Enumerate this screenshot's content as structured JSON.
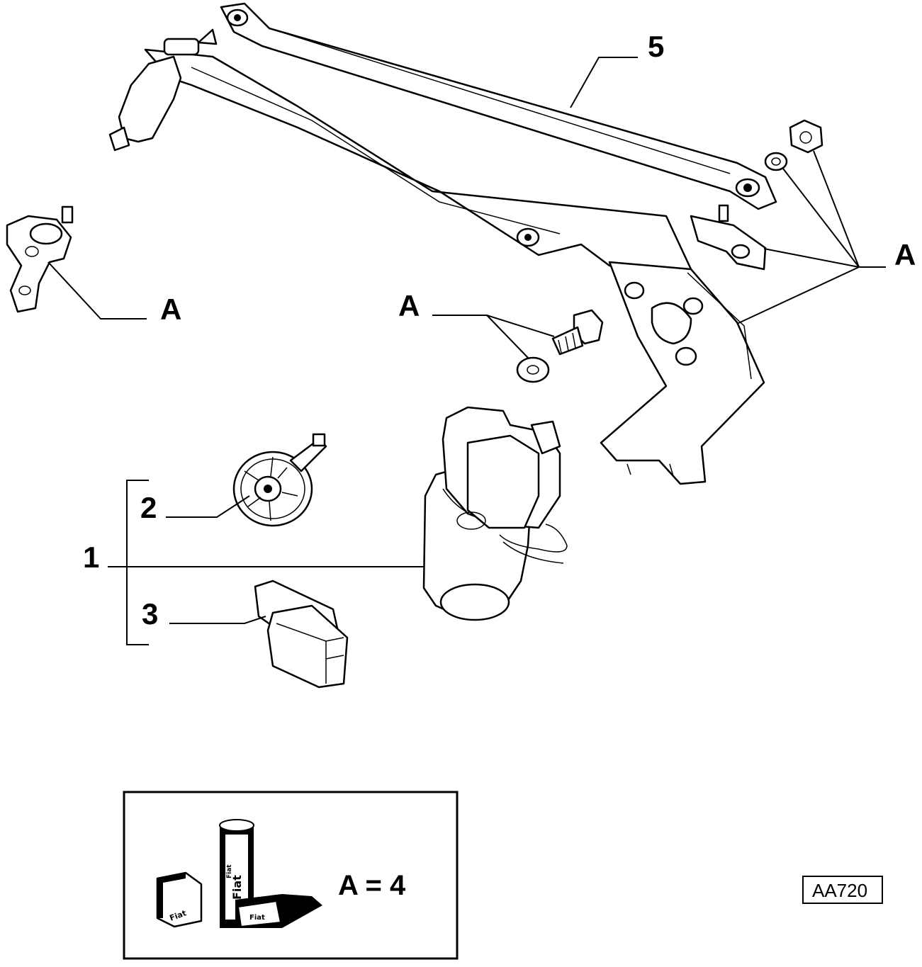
{
  "callouts": {
    "part_5": "5",
    "part_1": "1",
    "part_2": "2",
    "part_3": "3",
    "a_left": "A",
    "a_middle": "A",
    "a_right": "A"
  },
  "legend": {
    "equation": "A = 4",
    "tube_label": "Fiat",
    "tube_label_small": "Fiat",
    "box_label": "Fiat",
    "bar_label": "Fiat"
  },
  "diagram_code": "AA720"
}
